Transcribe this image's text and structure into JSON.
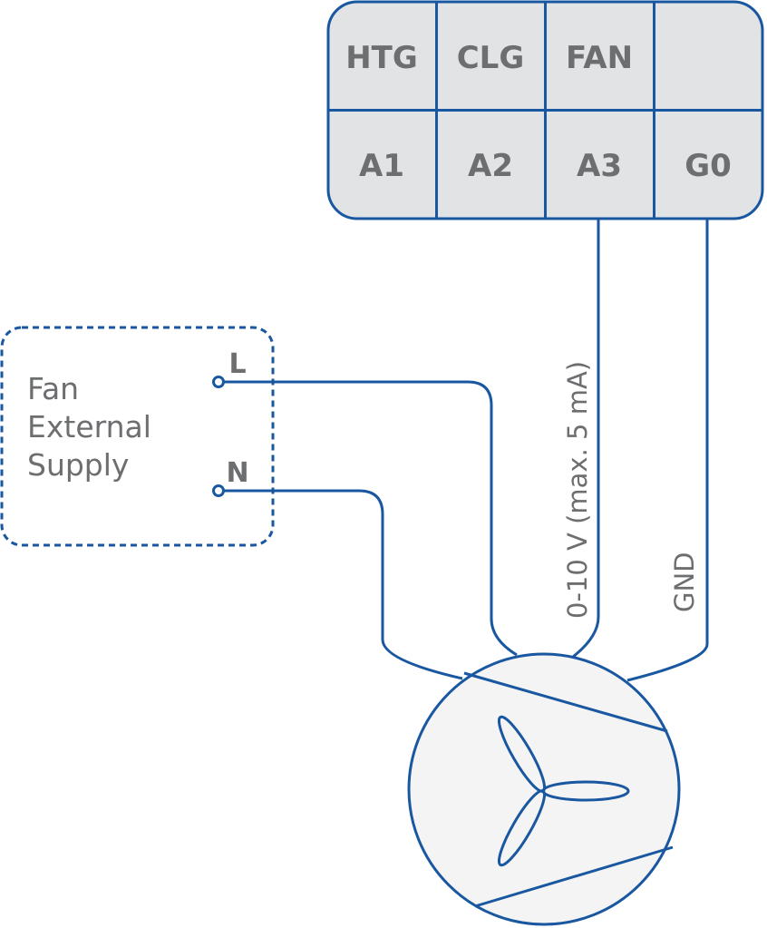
{
  "terminal_block": {
    "top_row": [
      "HTG",
      "CLG",
      "FAN",
      ""
    ],
    "bottom_row": [
      "A1",
      "A2",
      "A3",
      "G0"
    ]
  },
  "external_supply": {
    "label_lines": [
      "Fan",
      "External",
      "Supply"
    ],
    "terminals": [
      "L",
      "N"
    ]
  },
  "wires": {
    "signal_label": "0-10 V (max. 5 mA)",
    "ground_label": "GND"
  },
  "colors": {
    "line": "#1957a0",
    "block_fill": "#e2e3e5",
    "fan_fill": "#f4f4f5",
    "text": "#6d6e70"
  },
  "icons": {
    "fan": "fan-icon"
  }
}
